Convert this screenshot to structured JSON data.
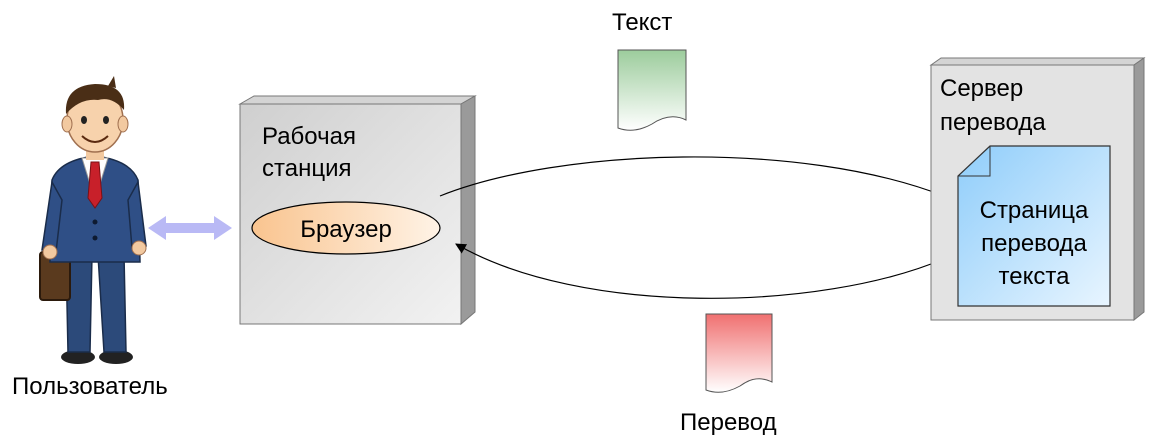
{
  "user": {
    "label": "Пользователь"
  },
  "workstation": {
    "label_line1": "Рабочая",
    "label_line2": "станция"
  },
  "browser": {
    "label": "Браузер"
  },
  "server": {
    "label_line1": "Сервер",
    "label_line2": "перевода"
  },
  "translation_page": {
    "line1": "Страница",
    "line2": "перевода",
    "line3": "текста"
  },
  "request_doc": {
    "label": "Текст"
  },
  "response_doc": {
    "label": "Перевод"
  },
  "colors": {
    "box_fill": "#e6e6e6",
    "browser_fill": "#fdd9b5",
    "page_fill": "#a8d8fb",
    "text_doc": "#b7ddb7",
    "translation_doc": "#f5a3a3",
    "link_arrow": "#b9b9f5"
  }
}
